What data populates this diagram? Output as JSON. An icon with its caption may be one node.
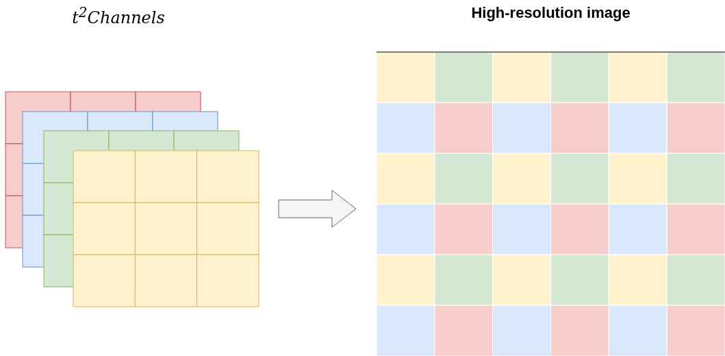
{
  "diagram": {
    "nodes": [
      {
        "text": [
          "t$^{2}$Channels"
        ]
      },
      {
        "text": [
          "High-resolution image"
        ]
      }
    ],
    "edges": [
      {
        "from": 0,
        "to": 1,
        "arrow": "to"
      }
    ]
  }
}
